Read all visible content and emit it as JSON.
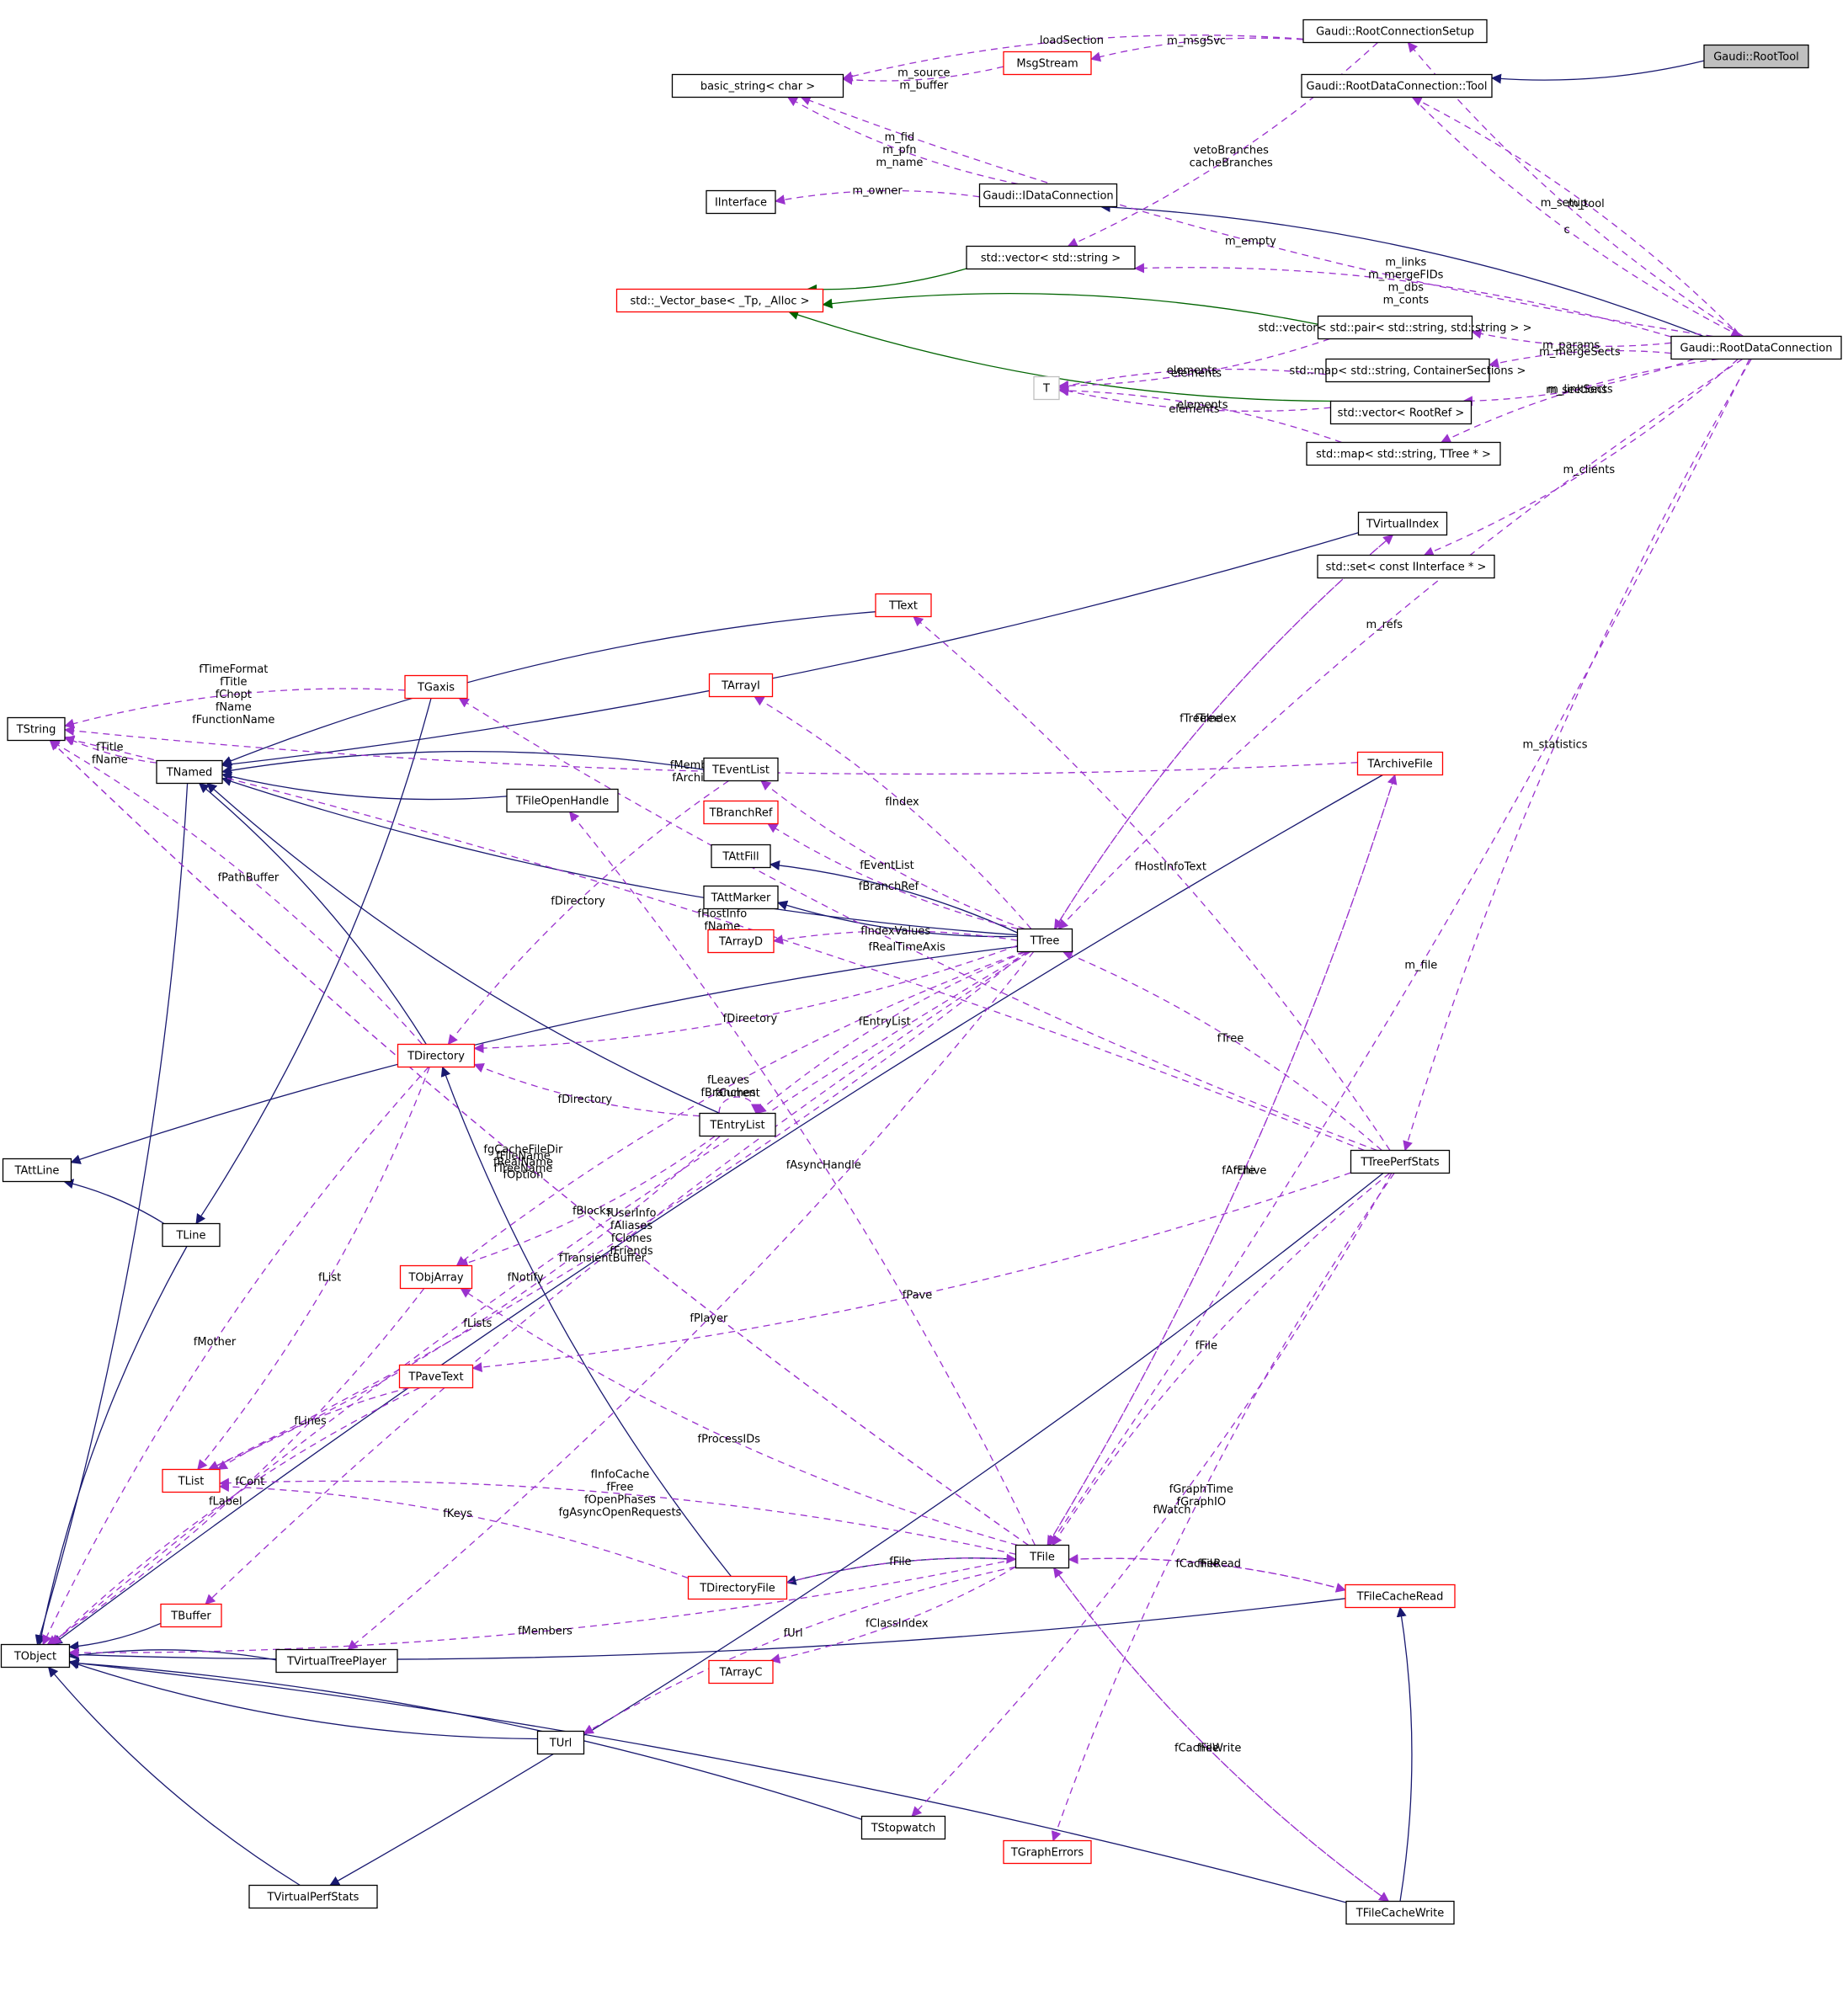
{
  "colors": {
    "background": "#ffffff",
    "node_border": "#000000",
    "node_border_incomplete": "#ff0000",
    "node_border_external": "#bfbfbf",
    "highlighted_fill": "#bfbfbf",
    "inheritance_public": "#191970",
    "inheritance_template": "#006400",
    "usage": "#9a32cd",
    "text": "#000000"
  },
  "nodes": [
    {
      "id": "RootTool",
      "label": "Gaudi::RootTool",
      "kind": "highlighted"
    },
    {
      "id": "RootConnectionSetup",
      "label": "Gaudi::RootConnectionSetup",
      "kind": "normal"
    },
    {
      "id": "RDCTool",
      "label": "Gaudi::RootDataConnection::Tool",
      "kind": "normal"
    },
    {
      "id": "basic_string",
      "label": "basic_string< char >",
      "kind": "normal"
    },
    {
      "id": "MsgStream",
      "label": "MsgStream",
      "kind": "incomplete"
    },
    {
      "id": "IInterface",
      "label": "IInterface",
      "kind": "normal"
    },
    {
      "id": "IDataConnection",
      "label": "Gaudi::IDataConnection",
      "kind": "normal"
    },
    {
      "id": "vecstring",
      "label": "std::vector< std::string >",
      "kind": "normal"
    },
    {
      "id": "vecbase",
      "label": "std::_Vector_base< _Tp, _Alloc >",
      "kind": "incomplete"
    },
    {
      "id": "vecpair",
      "label": "std::vector< std::pair< std::string, std::string > >",
      "kind": "normal"
    },
    {
      "id": "RootDataConnection",
      "label": "Gaudi::RootDataConnection",
      "kind": "normal"
    },
    {
      "id": "T",
      "label": "T",
      "kind": "external"
    },
    {
      "id": "mapCS",
      "label": "std::map< std::string, ContainerSections >",
      "kind": "normal"
    },
    {
      "id": "vecRootRef",
      "label": "std::vector< RootRef >",
      "kind": "normal"
    },
    {
      "id": "mapTTree",
      "label": "std::map< std::string, TTree * >",
      "kind": "normal"
    },
    {
      "id": "TVirtualIndex",
      "label": "TVirtualIndex",
      "kind": "normal"
    },
    {
      "id": "setIInterface",
      "label": "std::set< const IInterface * >",
      "kind": "normal"
    },
    {
      "id": "TText",
      "label": "TText",
      "kind": "incomplete"
    },
    {
      "id": "TGaxis",
      "label": "TGaxis",
      "kind": "incomplete"
    },
    {
      "id": "TArrayI",
      "label": "TArrayI",
      "kind": "incomplete"
    },
    {
      "id": "TString",
      "label": "TString",
      "kind": "normal"
    },
    {
      "id": "TNamed",
      "label": "TNamed",
      "kind": "normal"
    },
    {
      "id": "TEventList",
      "label": "TEventList",
      "kind": "normal"
    },
    {
      "id": "TArchiveFile",
      "label": "TArchiveFile",
      "kind": "incomplete"
    },
    {
      "id": "TFileOpenHandle",
      "label": "TFileOpenHandle",
      "kind": "normal"
    },
    {
      "id": "TBranchRef",
      "label": "TBranchRef",
      "kind": "incomplete"
    },
    {
      "id": "TAttFill",
      "label": "TAttFill",
      "kind": "normal"
    },
    {
      "id": "TAttMarker",
      "label": "TAttMarker",
      "kind": "normal"
    },
    {
      "id": "TArrayD",
      "label": "TArrayD",
      "kind": "incomplete"
    },
    {
      "id": "TTree",
      "label": "TTree",
      "kind": "normal"
    },
    {
      "id": "TDirectory",
      "label": "TDirectory",
      "kind": "incomplete"
    },
    {
      "id": "TEntryList",
      "label": "TEntryList",
      "kind": "normal"
    },
    {
      "id": "TAttLine",
      "label": "TAttLine",
      "kind": "normal"
    },
    {
      "id": "TTreePerfStats",
      "label": "TTreePerfStats",
      "kind": "normal"
    },
    {
      "id": "TLine",
      "label": "TLine",
      "kind": "normal"
    },
    {
      "id": "TObjArray",
      "label": "TObjArray",
      "kind": "incomplete"
    },
    {
      "id": "TPaveText",
      "label": "TPaveText",
      "kind": "incomplete"
    },
    {
      "id": "TList",
      "label": "TList",
      "kind": "incomplete"
    },
    {
      "id": "TFile",
      "label": "TFile",
      "kind": "normal"
    },
    {
      "id": "TDirectoryFile",
      "label": "TDirectoryFile",
      "kind": "incomplete"
    },
    {
      "id": "TFileCacheRead",
      "label": "TFileCacheRead",
      "kind": "incomplete"
    },
    {
      "id": "TBuffer",
      "label": "TBuffer",
      "kind": "incomplete"
    },
    {
      "id": "TObject",
      "label": "TObject",
      "kind": "normal"
    },
    {
      "id": "TVirtualTreePlayer",
      "label": "TVirtualTreePlayer",
      "kind": "normal"
    },
    {
      "id": "TArrayC",
      "label": "TArrayC",
      "kind": "incomplete"
    },
    {
      "id": "TUrl",
      "label": "TUrl",
      "kind": "normal"
    },
    {
      "id": "TStopwatch",
      "label": "TStopwatch",
      "kind": "normal"
    },
    {
      "id": "TGraphErrors",
      "label": "TGraphErrors",
      "kind": "incomplete"
    },
    {
      "id": "TVirtualPerfStats",
      "label": "TVirtualPerfStats",
      "kind": "normal"
    },
    {
      "id": "TFileCacheWrite",
      "label": "TFileCacheWrite",
      "kind": "normal"
    }
  ],
  "edges": [
    {
      "from": "RootTool",
      "to": "RDCTool",
      "type": "inherit",
      "label": []
    },
    {
      "from": "IDataConnection",
      "to": "RootDataConnection",
      "type": "inherit",
      "label": [],
      "reverse": true
    },
    {
      "from": "vecstring",
      "to": "vecbase",
      "type": "template",
      "label": []
    },
    {
      "from": "vecpair",
      "to": "vecbase",
      "type": "template",
      "label": []
    },
    {
      "from": "vecRootRef",
      "to": "vecbase",
      "type": "template",
      "label": []
    },
    {
      "from": "RootConnectionSetup",
      "to": "basic_string",
      "type": "usage",
      "label": [
        "loadSection"
      ]
    },
    {
      "from": "MsgStream",
      "to": "basic_string",
      "type": "usage",
      "label": [
        "m_source",
        "m_buffer"
      ]
    },
    {
      "from": "RootConnectionSetup",
      "to": "MsgStream",
      "type": "usage",
      "label": [
        "m_msgSvc"
      ]
    },
    {
      "from": "RootDataConnection",
      "to": "RootConnectionSetup",
      "type": "usage",
      "label": [
        "m_setup"
      ]
    },
    {
      "from": "RootDataConnection",
      "to": "RDCTool",
      "type": "usage",
      "label": [
        "m_tool"
      ]
    },
    {
      "from": "RootDataConnection",
      "to": "basic_string",
      "type": "usage",
      "label": [
        "m_empty"
      ]
    },
    {
      "from": "RDCTool",
      "to": "RootDataConnection",
      "type": "usage",
      "label": [
        "c"
      ]
    },
    {
      "from": "IDataConnection",
      "to": "basic_string",
      "type": "usage",
      "label": [
        "m_fid",
        "m_pfn",
        "m_name"
      ]
    },
    {
      "from": "IDataConnection",
      "to": "IInterface",
      "type": "usage",
      "label": [
        "m_owner"
      ]
    },
    {
      "from": "RootConnectionSetup",
      "to": "vecstring",
      "type": "usage",
      "label": [
        "vetoBranches",
        "cacheBranches"
      ]
    },
    {
      "from": "RootDataConnection",
      "to": "vecstring",
      "type": "usage",
      "label": [
        "m_links",
        "m_mergeFIDs",
        "m_dbs",
        "m_conts"
      ]
    },
    {
      "from": "RootDataConnection",
      "to": "vecpair",
      "type": "usage",
      "label": [
        "m_params"
      ]
    },
    {
      "from": "RootDataConnection",
      "to": "mapCS",
      "type": "usage",
      "label": [
        "m_mergeSects"
      ]
    },
    {
      "from": "RootDataConnection",
      "to": "vecRootRef",
      "type": "usage",
      "label": [
        "m_linkSects"
      ]
    },
    {
      "from": "RootDataConnection",
      "to": "mapTTree",
      "type": "usage",
      "label": [
        "m_sections"
      ]
    },
    {
      "from": "RootDataConnection",
      "to": "setIInterface",
      "type": "usage",
      "label": [
        "m_clients"
      ]
    },
    {
      "from": "RootDataConnection",
      "to": "TTree",
      "type": "usage",
      "label": [
        "m_refs"
      ]
    },
    {
      "from": "RootDataConnection",
      "to": "TFile",
      "type": "usage",
      "label": [
        "m_file"
      ]
    },
    {
      "from": "RootDataConnection",
      "to": "TTreePerfStats",
      "type": "usage",
      "label": [
        "m_statistics"
      ]
    },
    {
      "from": "vecpair",
      "to": "T",
      "type": "usage",
      "label": [
        "elements"
      ]
    },
    {
      "from": "mapCS",
      "to": "T",
      "type": "usage",
      "label": [
        "elements"
      ]
    },
    {
      "from": "vecRootRef",
      "to": "T",
      "type": "usage",
      "label": [
        "elements"
      ]
    },
    {
      "from": "mapTTree",
      "to": "T",
      "type": "usage",
      "label": [
        "elements"
      ]
    },
    {
      "from": "TVirtualIndex",
      "to": "TNamed",
      "type": "inherit",
      "label": []
    },
    {
      "from": "TText",
      "to": "TNamed",
      "type": "inherit",
      "label": []
    },
    {
      "from": "TTree",
      "to": "TNamed",
      "type": "inherit",
      "label": []
    },
    {
      "from": "TEventList",
      "to": "TNamed",
      "type": "inherit",
      "label": []
    },
    {
      "from": "TFileOpenHandle",
      "to": "TNamed",
      "type": "inherit",
      "label": []
    },
    {
      "from": "TDirectory",
      "to": "TNamed",
      "type": "inherit",
      "label": []
    },
    {
      "from": "TEntryList",
      "to": "TNamed",
      "type": "inherit",
      "label": []
    },
    {
      "from": "TTree",
      "to": "TAttFill",
      "type": "inherit",
      "label": []
    },
    {
      "from": "TTree",
      "to": "TAttMarker",
      "type": "inherit",
      "label": []
    },
    {
      "from": "TTree",
      "to": "TAttLine",
      "type": "inherit",
      "label": []
    },
    {
      "from": "TGaxis",
      "to": "TLine",
      "type": "inherit",
      "label": []
    },
    {
      "from": "TLine",
      "to": "TAttLine",
      "type": "inherit",
      "label": []
    },
    {
      "from": "TNamed",
      "to": "TObject",
      "type": "inherit",
      "label": []
    },
    {
      "from": "TLine",
      "to": "TObject",
      "type": "inherit",
      "label": []
    },
    {
      "from": "TBuffer",
      "to": "TObject",
      "type": "inherit",
      "label": []
    },
    {
      "from": "TVirtualTreePlayer",
      "to": "TObject",
      "type": "inherit",
      "label": []
    },
    {
      "from": "TUrl",
      "to": "TObject",
      "type": "inherit",
      "label": []
    },
    {
      "from": "TStopwatch",
      "to": "TObject",
      "type": "inherit",
      "label": []
    },
    {
      "from": "TVirtualPerfStats",
      "to": "TObject",
      "type": "inherit",
      "label": []
    },
    {
      "from": "TArchiveFile",
      "to": "TObject",
      "type": "inherit",
      "label": []
    },
    {
      "from": "TFileCacheRead",
      "to": "TObject",
      "type": "inherit",
      "label": []
    },
    {
      "from": "TFileCacheWrite",
      "to": "TObject",
      "type": "inherit",
      "label": []
    },
    {
      "from": "TDirectoryFile",
      "to": "TDirectory",
      "type": "inherit",
      "label": []
    },
    {
      "from": "TFile",
      "to": "TDirectoryFile",
      "type": "inherit",
      "label": []
    },
    {
      "from": "TTreePerfStats",
      "to": "TVirtualPerfStats",
      "type": "inherit",
      "label": []
    },
    {
      "from": "TFileCacheWrite",
      "to": "TFileCacheRead",
      "type": "inherit",
      "label": []
    },
    {
      "from": "TArchiveFile",
      "to": "TString",
      "type": "usage",
      "label": [
        "fMemberName",
        "fArchiveName"
      ]
    },
    {
      "from": "TTreePerfStats",
      "to": "TString",
      "type": "usage",
      "label": [
        "fHostInfo",
        "fName"
      ]
    },
    {
      "from": "TFile",
      "to": "TString",
      "type": "usage",
      "label": [
        "fFileName",
        "fTreeName"
      ]
    },
    {
      "from": "TGaxis",
      "to": "TString",
      "type": "usage",
      "label": [
        "fTimeFormat",
        "fTitle",
        "fChopt",
        "fName",
        "fFunctionName"
      ]
    },
    {
      "from": "TNamed",
      "to": "TString",
      "type": "usage",
      "label": [
        "fTitle",
        "fName"
      ]
    },
    {
      "from": "TDirectory",
      "to": "TString",
      "type": "usage",
      "label": [
        "fPathBuffer"
      ]
    },
    {
      "from": "TFile",
      "to": "TString",
      "type": "usage",
      "label": [
        "fgCacheFileDir",
        "fRealName",
        "fOption"
      ]
    },
    {
      "from": "TVirtualIndex",
      "to": "TTree",
      "type": "usage",
      "label": [
        "fTree"
      ]
    },
    {
      "from": "TTree",
      "to": "TVirtualIndex",
      "type": "usage",
      "label": [
        "fTreeIndex"
      ]
    },
    {
      "from": "TTreePerfStats",
      "to": "TText",
      "type": "usage",
      "label": [
        "fHostInfoText"
      ]
    },
    {
      "from": "TTreePerfStats",
      "to": "TGaxis",
      "type": "usage",
      "label": [
        "fRealTimeAxis"
      ]
    },
    {
      "from": "TTree",
      "to": "TArrayI",
      "type": "usage",
      "label": [
        "fIndex"
      ]
    },
    {
      "from": "TTree",
      "to": "TEventList",
      "type": "usage",
      "label": [
        "fEventList"
      ]
    },
    {
      "from": "TFile",
      "to": "TArchiveFile",
      "type": "usage",
      "label": [
        "fArchive"
      ]
    },
    {
      "from": "TArchiveFile",
      "to": "TFile",
      "type": "usage",
      "label": [
        "fFile"
      ]
    },
    {
      "from": "TFile",
      "to": "TFileOpenHandle",
      "type": "usage",
      "label": [
        "fAsyncHandle"
      ]
    },
    {
      "from": "TTree",
      "to": "TBranchRef",
      "type": "usage",
      "label": [
        "fBranchRef"
      ]
    },
    {
      "from": "TTree",
      "to": "TArrayD",
      "type": "usage",
      "label": [
        "fIndexValues"
      ]
    },
    {
      "from": "TTree",
      "to": "TDirectory",
      "type": "usage",
      "label": [
        "fDirectory"
      ]
    },
    {
      "from": "TEventList",
      "to": "TDirectory",
      "type": "usage",
      "label": [
        "fDirectory"
      ]
    },
    {
      "from": "TEntryList",
      "to": "TDirectory",
      "type": "usage",
      "label": [
        "fDirectory"
      ]
    },
    {
      "from": "TTree",
      "to": "TEntryList",
      "type": "usage",
      "label": [
        "fEntryList"
      ]
    },
    {
      "from": "TEntryList",
      "to": "TEntryList",
      "type": "usage",
      "label": [
        "fCurrent"
      ]
    },
    {
      "from": "TTreePerfStats",
      "to": "TTree",
      "type": "usage",
      "label": [
        "fTree"
      ]
    },
    {
      "from": "TEntryList",
      "to": "TObjArray",
      "type": "usage",
      "label": [
        "fBlocks"
      ]
    },
    {
      "from": "TTree",
      "to": "TObjArray",
      "type": "usage",
      "label": [
        "fLeaves",
        "fBranches"
      ]
    },
    {
      "from": "TFile",
      "to": "TObjArray",
      "type": "usage",
      "label": [
        "fProcessIDs"
      ]
    },
    {
      "from": "TPaveText",
      "to": "TObject",
      "type": "usage",
      "label": [
        "fLabel"
      ]
    },
    {
      "from": "TDirectory",
      "to": "TList",
      "type": "usage",
      "label": [
        "fList"
      ]
    },
    {
      "from": "TDirectory",
      "to": "TObject",
      "type": "usage",
      "label": [
        "fMother"
      ]
    },
    {
      "from": "TObjArray",
      "to": "TObject",
      "type": "usage",
      "label": [
        "fCont"
      ]
    },
    {
      "from": "TTree",
      "to": "TObject",
      "type": "usage",
      "label": [
        "fNotify"
      ]
    },
    {
      "from": "TFile",
      "to": "TObject",
      "type": "usage",
      "label": [
        "fMembers"
      ]
    },
    {
      "from": "TPaveText",
      "to": "TList",
      "type": "usage",
      "label": [
        "fLines"
      ]
    },
    {
      "from": "TEntryList",
      "to": "TList",
      "type": "usage",
      "label": [
        "fLists"
      ]
    },
    {
      "from": "TTree",
      "to": "TBuffer",
      "type": "usage",
      "label": [
        "fTransientBuffer"
      ]
    },
    {
      "from": "TTree",
      "to": "TList",
      "type": "usage",
      "label": [
        "fUserInfo",
        "fAliases",
        "fClones",
        "fFriends"
      ]
    },
    {
      "from": "TDirectoryFile",
      "to": "TList",
      "type": "usage",
      "label": [
        "fKeys"
      ]
    },
    {
      "from": "TTree",
      "to": "TVirtualTreePlayer",
      "type": "usage",
      "label": [
        "fPlayer"
      ]
    },
    {
      "from": "TFile",
      "to": "TList",
      "type": "usage",
      "label": [
        "fInfoCache",
        "fFree",
        "fOpenPhases",
        "fgAsyncOpenRequests"
      ]
    },
    {
      "from": "TDirectoryFile",
      "to": "TFile",
      "type": "usage",
      "label": [
        "fFile"
      ]
    },
    {
      "from": "TFileCacheRead",
      "to": "TFile",
      "type": "usage",
      "label": [
        "fFile"
      ]
    },
    {
      "from": "TFile",
      "to": "TFileCacheRead",
      "type": "usage",
      "label": [
        "fCacheRead"
      ]
    },
    {
      "from": "TTreePerfStats",
      "to": "TFile",
      "type": "usage",
      "label": [
        "fFile"
      ]
    },
    {
      "from": "TFile",
      "to": "TArrayC",
      "type": "usage",
      "label": [
        "fClassIndex"
      ]
    },
    {
      "from": "TFile",
      "to": "TUrl",
      "type": "usage",
      "label": [
        "fUrl"
      ]
    },
    {
      "from": "TTreePerfStats",
      "to": "TPaveText",
      "type": "usage",
      "label": [
        "fPave"
      ]
    },
    {
      "from": "TFile",
      "to": "TFileCacheWrite",
      "type": "usage",
      "label": [
        "fCacheWrite"
      ]
    },
    {
      "from": "TTreePerfStats",
      "to": "TStopwatch",
      "type": "usage",
      "label": [
        "fWatch"
      ]
    },
    {
      "from": "TTreePerfStats",
      "to": "TGraphErrors",
      "type": "usage",
      "label": [
        "fGraphTime",
        "fGraphIO"
      ]
    },
    {
      "from": "TFileCacheWrite",
      "to": "TFile",
      "type": "usage",
      "label": [
        "fFile"
      ]
    }
  ]
}
